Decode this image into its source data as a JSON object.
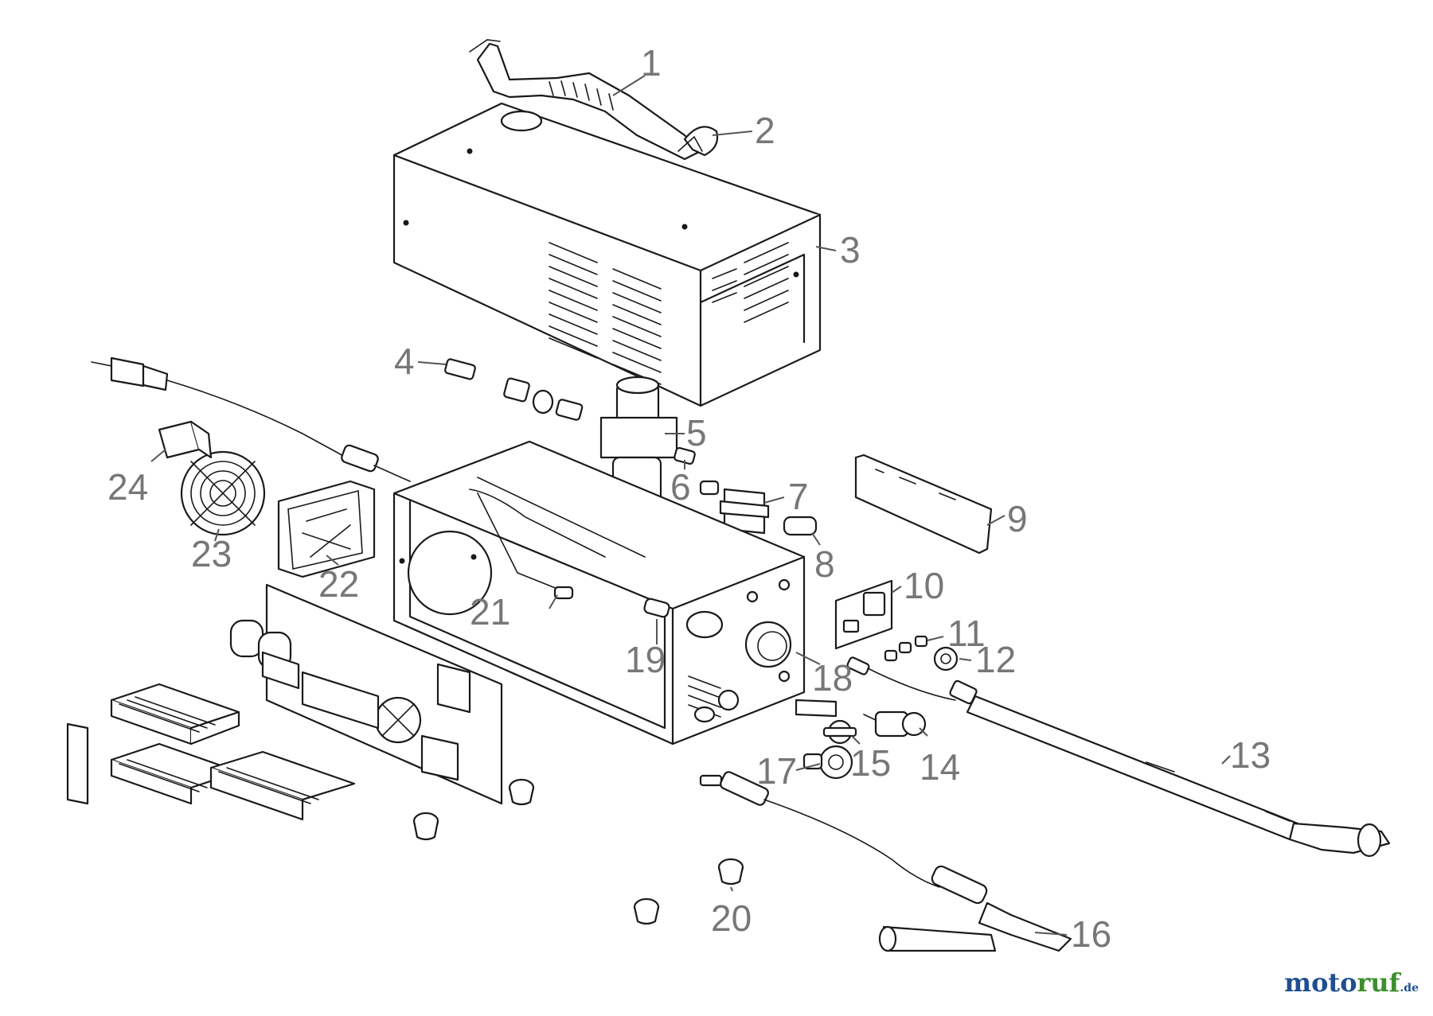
{
  "diagram": {
    "callouts": [
      {
        "id": "1",
        "label": "1"
      },
      {
        "id": "2",
        "label": "2"
      },
      {
        "id": "3",
        "label": "3"
      },
      {
        "id": "4",
        "label": "4"
      },
      {
        "id": "5",
        "label": "5"
      },
      {
        "id": "6",
        "label": "6"
      },
      {
        "id": "7",
        "label": "7"
      },
      {
        "id": "8",
        "label": "8"
      },
      {
        "id": "9",
        "label": "9"
      },
      {
        "id": "10",
        "label": "10"
      },
      {
        "id": "11",
        "label": "11"
      },
      {
        "id": "12",
        "label": "12"
      },
      {
        "id": "13",
        "label": "13"
      },
      {
        "id": "14",
        "label": "14"
      },
      {
        "id": "15",
        "label": "15"
      },
      {
        "id": "16",
        "label": "16"
      },
      {
        "id": "17",
        "label": "17"
      },
      {
        "id": "18",
        "label": "18"
      },
      {
        "id": "19",
        "label": "19"
      },
      {
        "id": "20",
        "label": "20"
      },
      {
        "id": "21",
        "label": "21"
      },
      {
        "id": "22",
        "label": "22"
      },
      {
        "id": "23",
        "label": "23"
      },
      {
        "id": "24",
        "label": "24"
      }
    ]
  },
  "watermark": {
    "part1": "moto",
    "part2": "ruf",
    "part3": ".de"
  },
  "colors": {
    "callout_text": "#777777",
    "line": "#1a1a1a",
    "logo_blue": "#1f4f8f",
    "logo_green": "#3d8f2e"
  }
}
